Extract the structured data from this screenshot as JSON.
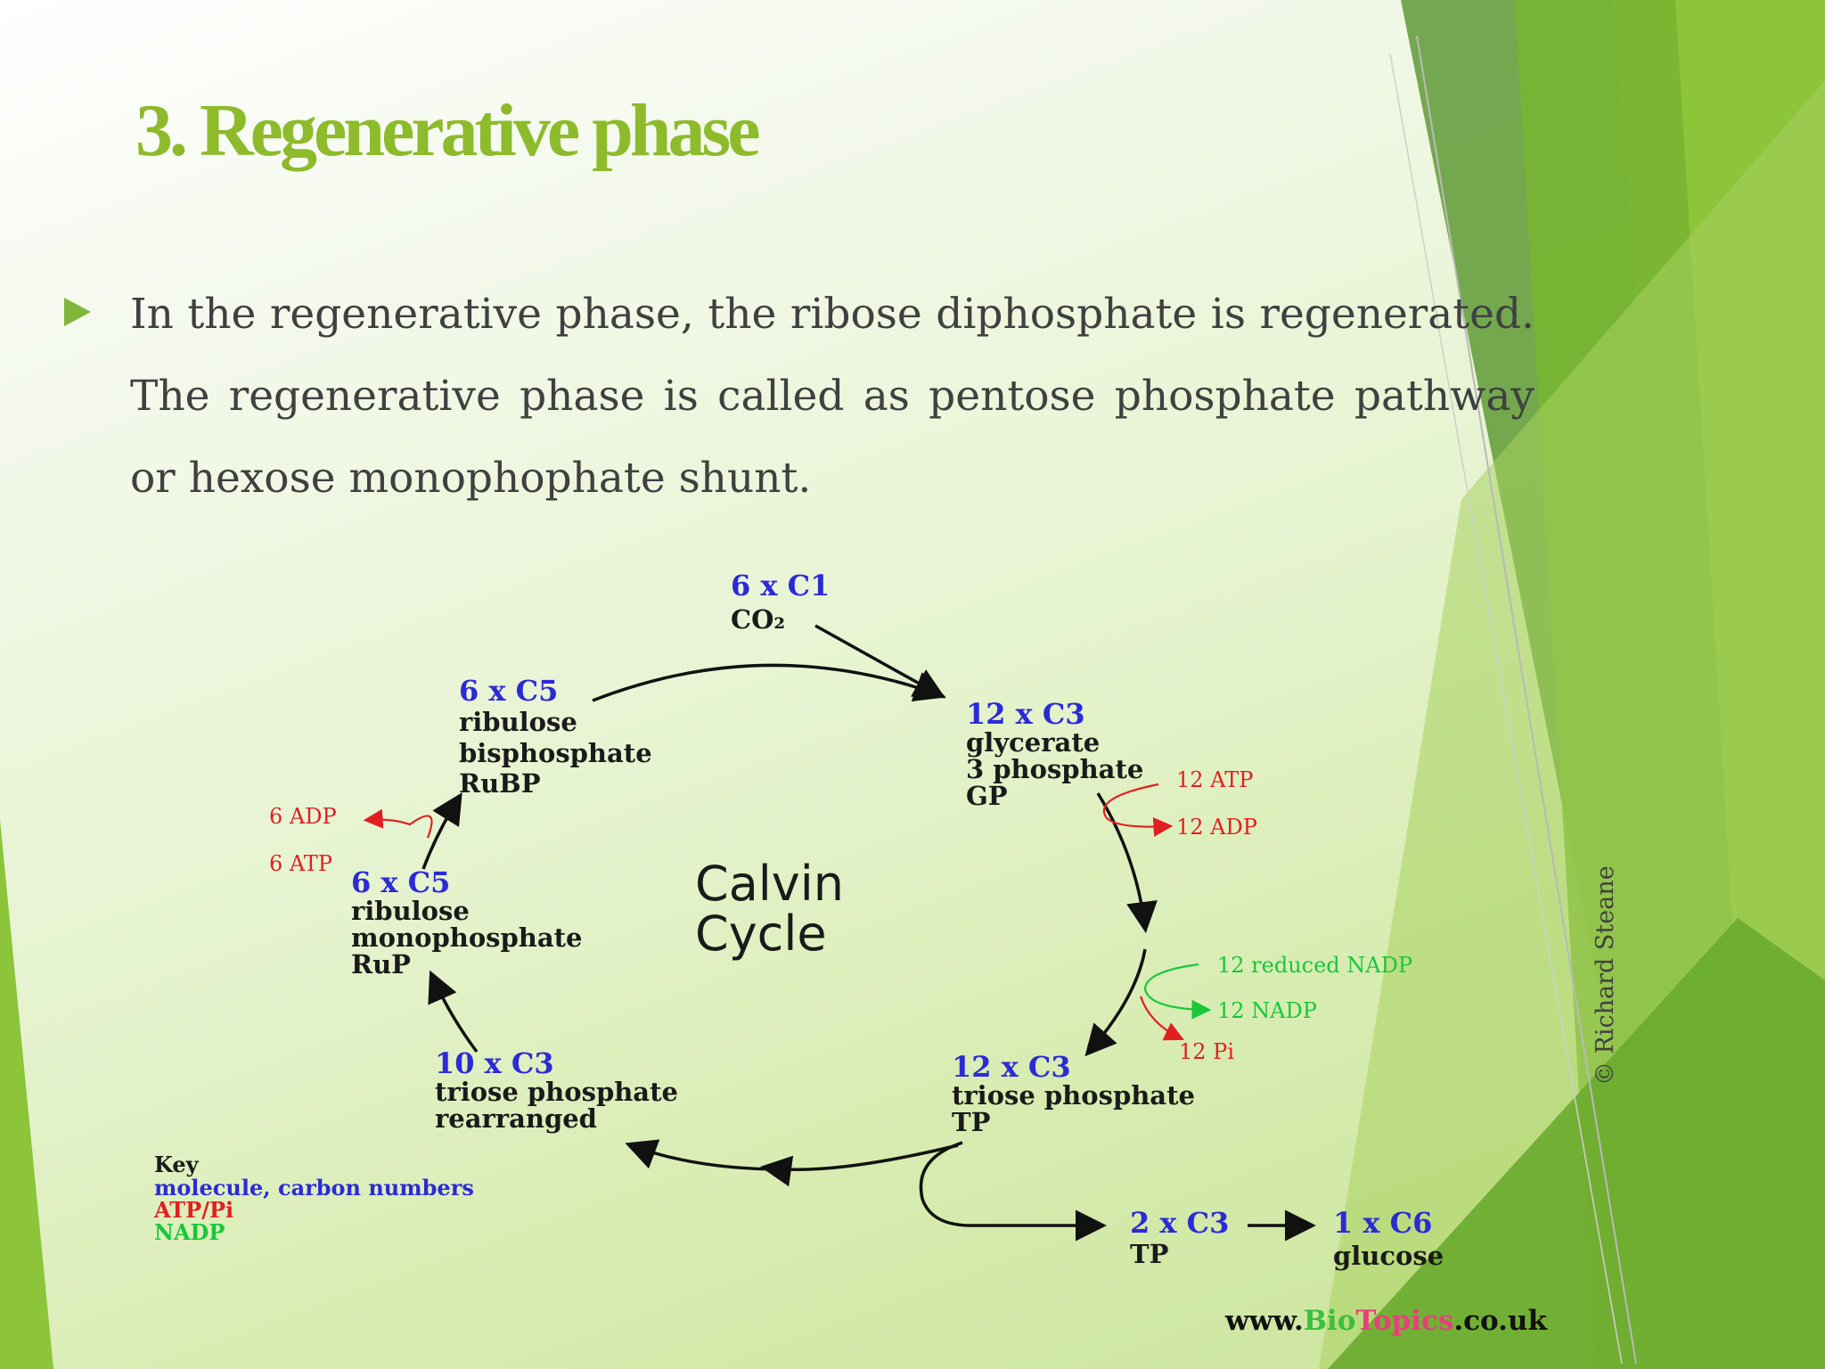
{
  "slide": {
    "title": "3. Regenerative phase",
    "bullet": "In the regenerative phase, the ribose diphosphate is regenerated. The regenerative phase is called as pentose phosphate pathway or hexose monophophate shunt."
  },
  "diagram": {
    "center_title": [
      "Calvin",
      "Cycle"
    ],
    "nodes": {
      "co2": {
        "count": "6 x C1",
        "lines": [
          "CO₂"
        ]
      },
      "gp": {
        "count": "12 x C3",
        "lines": [
          "glycerate",
          "3 phosphate",
          "GP"
        ]
      },
      "tp12": {
        "count": "12 x C3",
        "lines": [
          "triose phosphate",
          "TP"
        ]
      },
      "tp10": {
        "count": "10 x C3",
        "lines": [
          "triose phosphate",
          "rearranged"
        ]
      },
      "rup": {
        "count": "6 x C5",
        "lines": [
          "ribulose",
          "monophosphate",
          "RuP"
        ]
      },
      "rubp": {
        "count": "6 x C5",
        "lines": [
          "ribulose",
          "bisphosphate",
          "RuBP"
        ]
      },
      "tp2": {
        "count": "2 x C3",
        "lines": [
          "TP"
        ]
      },
      "glucose": {
        "count": "1 x C6",
        "lines": [
          "glucose"
        ]
      }
    },
    "cofactors": {
      "atp12": "12 ATP",
      "adp12": "12 ADP",
      "nadph12": "12 reduced NADP",
      "nadp12": "12 NADP",
      "pi12": "12 Pi",
      "adp6": "6 ADP",
      "atp6": "6 ATP"
    },
    "key": {
      "title": "Key",
      "molecule": "molecule, carbon numbers",
      "atp": "ATP/Pi",
      "nadp": "NADP"
    },
    "credit": "© Richard Steane",
    "website": {
      "prefix": "www.",
      "brand1": "Bio",
      "brand2": "Topics",
      "suffix": ".co.uk"
    }
  },
  "colors": {
    "title": "#8dbb2c",
    "molecule": "#2b2bd6",
    "atp": "#e02020",
    "nadp": "#18c838",
    "text": "#404040"
  }
}
